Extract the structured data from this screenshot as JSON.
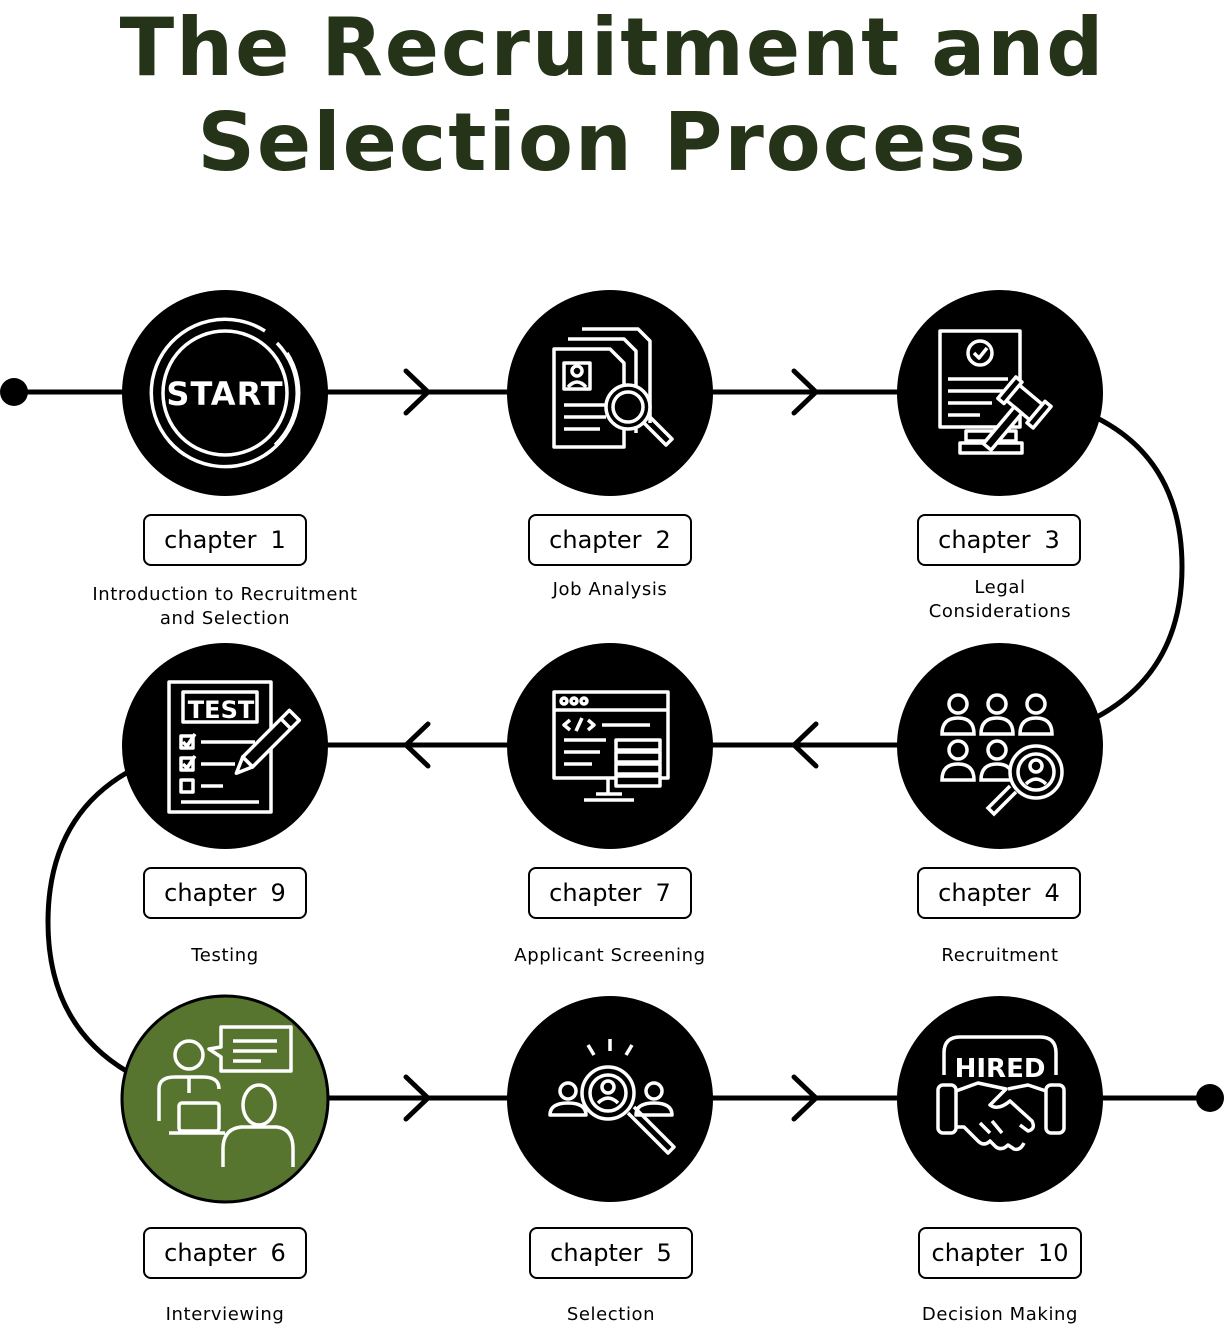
{
  "title": {
    "line1": "The Recruitment and",
    "line2": "Selection Process"
  },
  "colors": {
    "title": "#253418",
    "node": "#000000",
    "highlight_node": "#57752e",
    "line": "#000000",
    "icon": "#ffffff"
  },
  "steps": [
    {
      "id": "start",
      "icon": "start-icon",
      "icon_text": "START",
      "chapter_word": "chapter",
      "chapter_num": "1",
      "caption": [
        "Introduction to Recruitment",
        "and Selection"
      ]
    },
    {
      "id": "job-analysis",
      "icon": "documents-magnifier-icon",
      "chapter_word": "chapter",
      "chapter_num": "2",
      "caption": [
        "Job Analysis"
      ]
    },
    {
      "id": "legal",
      "icon": "legal-gavel-icon",
      "chapter_word": "chapter",
      "chapter_num": "3",
      "caption": [
        "Legal",
        "Considerations"
      ]
    },
    {
      "id": "recruitment",
      "icon": "people-search-icon",
      "chapter_word": "chapter",
      "chapter_num": "4",
      "caption": [
        "Recruitment"
      ]
    },
    {
      "id": "screening",
      "icon": "code-screen-icon",
      "chapter_word": "chapter",
      "chapter_num": "7",
      "caption": [
        "Applicant Screening"
      ]
    },
    {
      "id": "testing",
      "icon": "test-sheet-icon",
      "icon_text": "TEST",
      "chapter_word": "chapter",
      "chapter_num": "9",
      "caption": [
        "Testing"
      ]
    },
    {
      "id": "interviewing",
      "icon": "interview-icon",
      "chapter_word": "chapter",
      "chapter_num": "6",
      "caption": [
        "Interviewing"
      ],
      "highlighted": true
    },
    {
      "id": "selection",
      "icon": "candidate-search-icon",
      "chapter_word": "chapter",
      "chapter_num": "5",
      "caption": [
        "Selection"
      ]
    },
    {
      "id": "decision",
      "icon": "hired-handshake-icon",
      "icon_text": "HIRED",
      "chapter_word": "chapter",
      "chapter_num": "10",
      "caption": [
        "Decision Making"
      ]
    }
  ]
}
